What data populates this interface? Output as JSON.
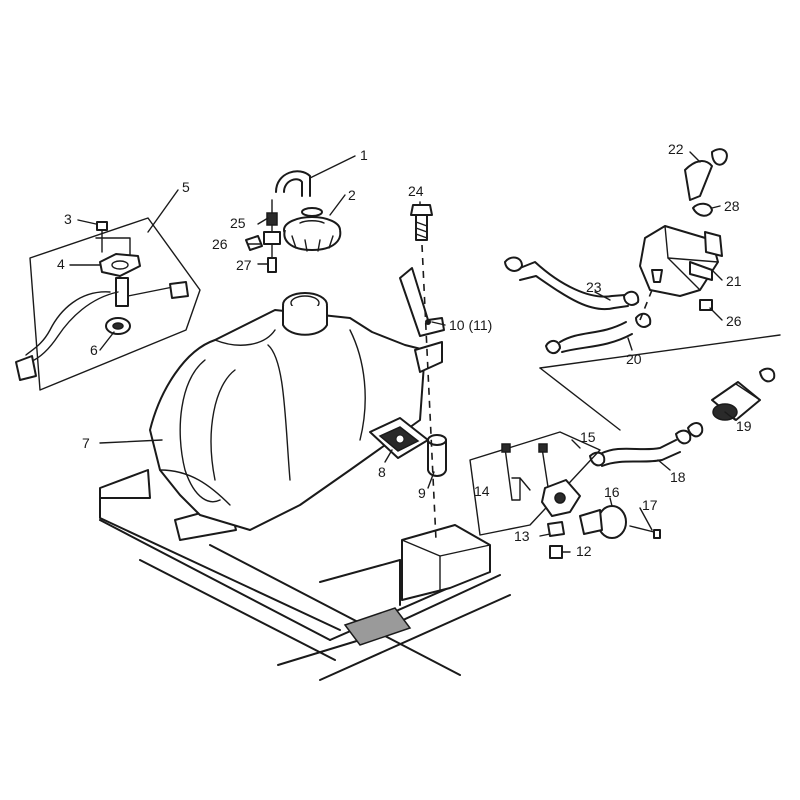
{
  "labels": [
    {
      "id": "1",
      "text": "1"
    },
    {
      "id": "2",
      "text": "2"
    },
    {
      "id": "3",
      "text": "3"
    },
    {
      "id": "4",
      "text": "4"
    },
    {
      "id": "5",
      "text": "5"
    },
    {
      "id": "6",
      "text": "6"
    },
    {
      "id": "7",
      "text": "7"
    },
    {
      "id": "8",
      "text": "8"
    },
    {
      "id": "9",
      "text": "9"
    },
    {
      "id": "10",
      "text": "10 (11)"
    },
    {
      "id": "12",
      "text": "12"
    },
    {
      "id": "13",
      "text": "13"
    },
    {
      "id": "14",
      "text": "14"
    },
    {
      "id": "15",
      "text": "15"
    },
    {
      "id": "16",
      "text": "16"
    },
    {
      "id": "17",
      "text": "17"
    },
    {
      "id": "18",
      "text": "18"
    },
    {
      "id": "19",
      "text": "19"
    },
    {
      "id": "20",
      "text": "20"
    },
    {
      "id": "21",
      "text": "21"
    },
    {
      "id": "22",
      "text": "22"
    },
    {
      "id": "23",
      "text": "23"
    },
    {
      "id": "24",
      "text": "24"
    },
    {
      "id": "25",
      "text": "25"
    },
    {
      "id": "26a",
      "text": "26"
    },
    {
      "id": "26b",
      "text": "26"
    },
    {
      "id": "27",
      "text": "27"
    },
    {
      "id": "28",
      "text": "28"
    }
  ]
}
